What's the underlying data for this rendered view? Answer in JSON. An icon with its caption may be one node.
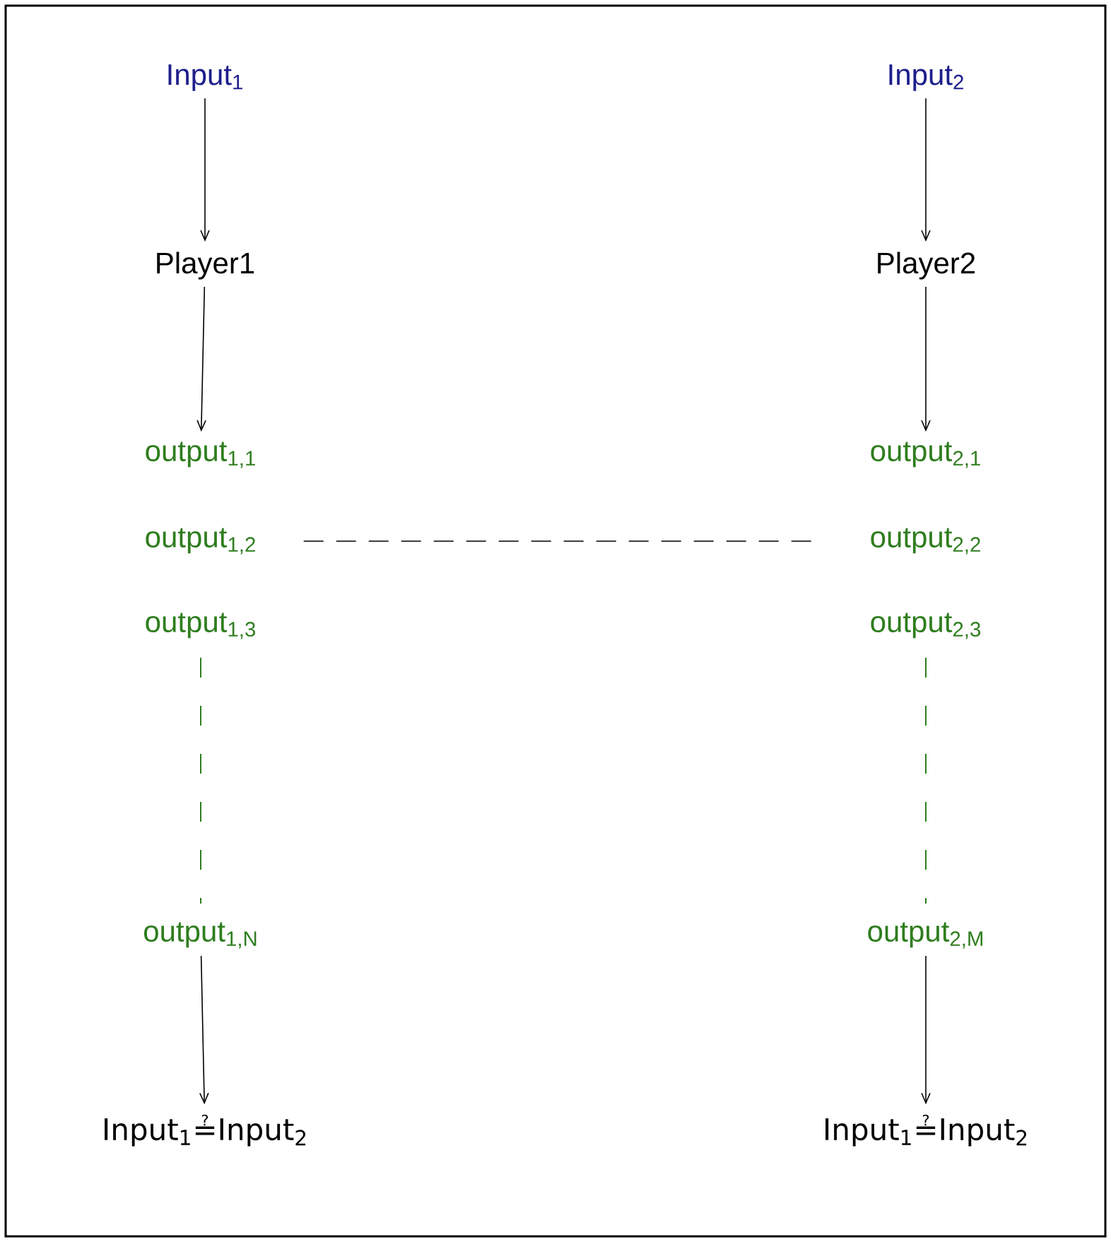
{
  "diagram": {
    "nodes": [
      {
        "text": [
          "Input$_{1}$"
        ]
      },
      {
        "text": [
          "Input$_{2}$"
        ]
      },
      {
        "text": [
          "Player1"
        ]
      },
      {
        "text": [
          "Player2"
        ]
      },
      {
        "text": [
          "output$_{1,1}$"
        ]
      },
      {
        "text": [
          "output$_{2,1}$"
        ]
      },
      {
        "text": [
          "output$_{1,2}$"
        ]
      },
      {
        "text": [
          "output$_{2,2}$"
        ]
      },
      {
        "text": [
          "output$_{1,3}$"
        ]
      },
      {
        "text": [
          "output$_{2,3}$"
        ]
      },
      {
        "text": [
          "output$_{1,N}$"
        ]
      },
      {
        "text": [
          "output$_{2,M}$"
        ]
      },
      {
        "text": [
          "Input$_{1}$≟Input$_{2}$"
        ]
      },
      {
        "text": [
          "Input$_{1}$≟Input$_{2}$"
        ]
      }
    ],
    "edges": [
      {
        "from": 0,
        "to": 2,
        "arrow": "to"
      },
      {
        "from": 1,
        "to": 3,
        "arrow": "to"
      },
      {
        "from": 2,
        "to": 4,
        "arrow": "to"
      },
      {
        "from": 3,
        "to": 5,
        "arrow": "to"
      },
      {
        "from": 6,
        "to": 7,
        "arrow": "none",
        "style": "dashed"
      },
      {
        "from": 8,
        "to": 10,
        "arrow": "none",
        "style": "dashed",
        "color": "#2e7d1e"
      },
      {
        "from": 9,
        "to": 11,
        "arrow": "none",
        "style": "dashed",
        "color": "#2e7d1e"
      },
      {
        "from": 10,
        "to": 12,
        "arrow": "to"
      },
      {
        "from": 11,
        "to": 13,
        "arrow": "to"
      }
    ]
  }
}
